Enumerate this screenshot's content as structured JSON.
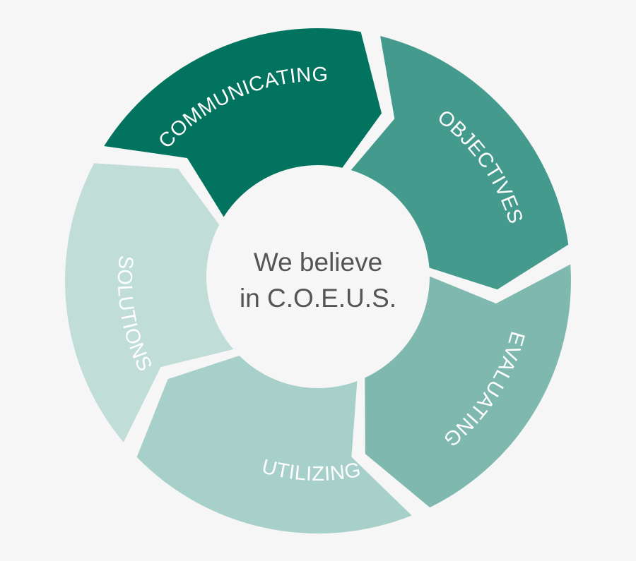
{
  "center": {
    "line1": "We believe",
    "line2": "in C.O.E.U.S."
  },
  "segments": [
    {
      "label": "COMMUNICATING",
      "color": "#02735e"
    },
    {
      "label": "OBJECTIVES",
      "color": "#449a8d"
    },
    {
      "label": "EVALUATING",
      "color": "#7eb8ae"
    },
    {
      "label": "UTILIZING",
      "color": "#a6d0c9"
    },
    {
      "label": "SOLUTIONS",
      "color": "#c0ddd8"
    }
  ],
  "colors": {
    "background": "#f6f6f6",
    "center_circle": "#f6f6f6",
    "label_text": "#ffffff",
    "center_text": "#555555"
  }
}
